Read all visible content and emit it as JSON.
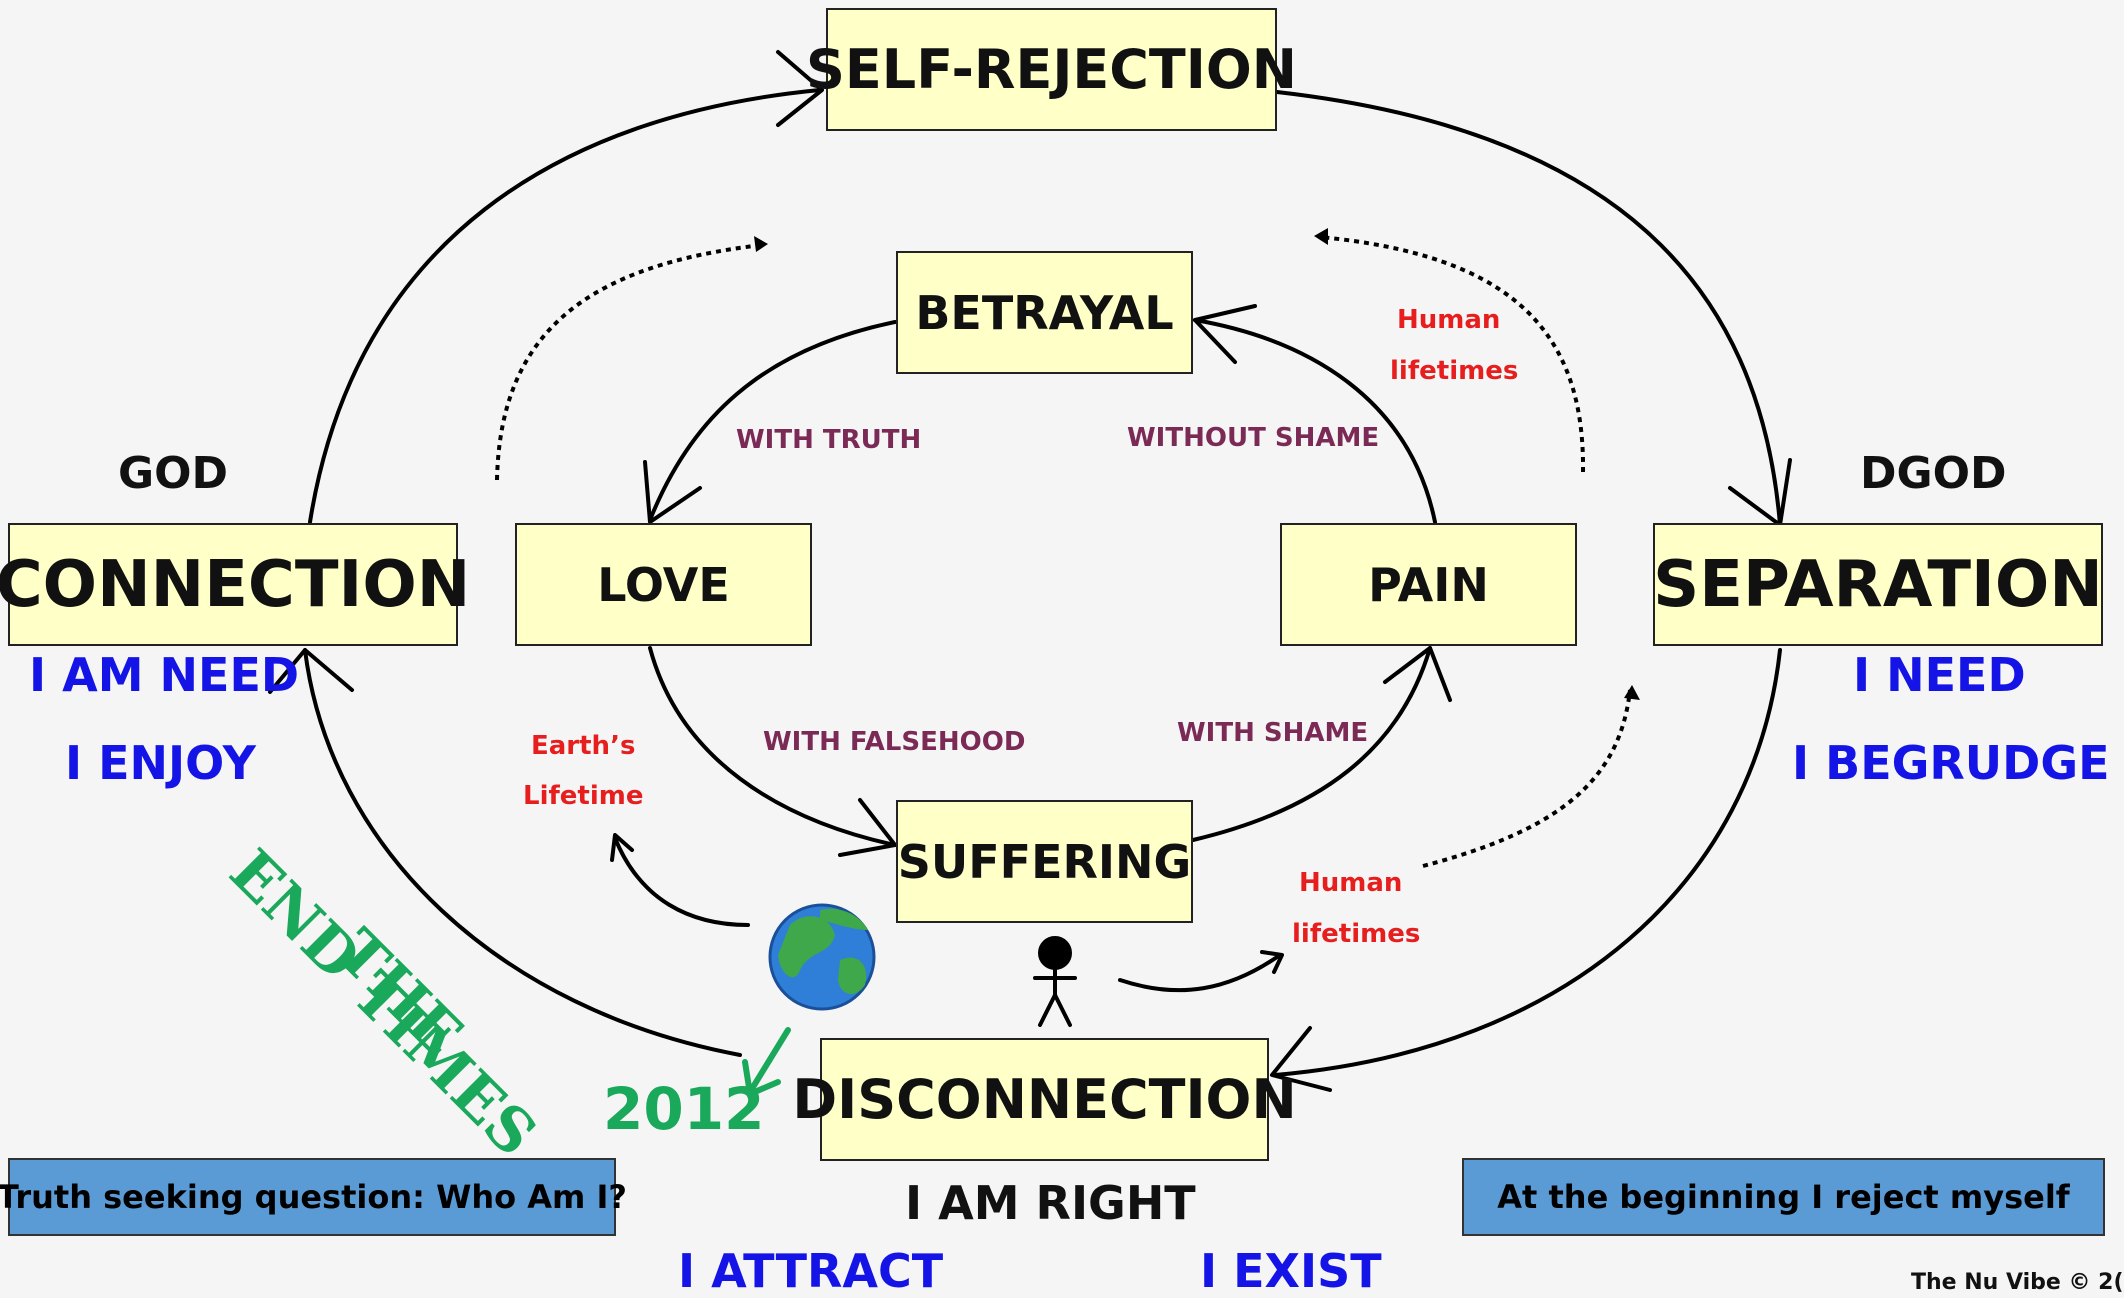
{
  "nodes": {
    "self_rejection": "SELF-REJECTION",
    "betrayal": "BETRAYAL",
    "love": "LOVE",
    "pain": "PAIN",
    "suffering": "SUFFERING",
    "connection": "CONNECTION",
    "separation": "SEPARATION",
    "disconnection": "DISCONNECTION"
  },
  "edges": {
    "with_truth": "WITH TRUTH",
    "without_shame": "WITHOUT SHAME",
    "with_falsehood": "WITH FALSEHOOD",
    "with_shame": "WITH SHAME"
  },
  "labels": {
    "god": "GOD",
    "dgod": "DGOD",
    "i_am_need": "I AM NEED",
    "i_enjoy": "I ENJOY",
    "i_need": "I NEED",
    "i_begrudge": "I BEGRUDGE",
    "i_am_right": "I AM RIGHT",
    "i_attract": "I ATTRACT",
    "i_exist": "I EXIST",
    "human_lifetimes_top_1": "Human",
    "human_lifetimes_top_2": "lifetimes",
    "human_lifetimes_bottom_1": "Human",
    "human_lifetimes_bottom_2": "lifetimes",
    "earths_lifetime_1": "Earth’s",
    "earths_lifetime_2": "Lifetime",
    "end_times_1": "THE",
    "end_times_2": "END TIMES",
    "year": "2012",
    "truth_question": "Truth seeking question: Who Am I?",
    "beginning": "At the beginning I reject myself",
    "copyright": "The Nu Vibe © 2("
  },
  "colors": {
    "box_fill": "#ffffc8",
    "blue_text": "#1414e6",
    "purple_text": "#7a2a55",
    "red_text": "#e61e1e",
    "green_text": "#1aa85a",
    "button_fill": "#5b9bd5"
  },
  "icons": {
    "globe": "earth-globe-icon",
    "person": "stick-figure-icon"
  }
}
